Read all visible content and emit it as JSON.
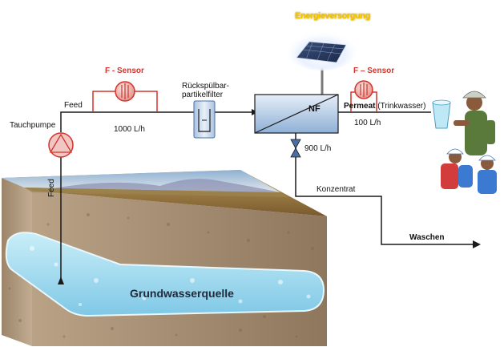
{
  "labels": {
    "energy_supply": "Energieversorgung",
    "f_sensor_left": "F - Sensor",
    "f_sensor_right": "F – Sensor",
    "feed_top": "Feed",
    "submersible_pump": "Tauchpumpe",
    "flow_feed": "1000  L/h",
    "filter_line1": "Rückspülbar-",
    "filter_line2": "partikelfilter",
    "nf": "NF",
    "permeate_bold": "Permeat",
    "permeate_rest": " (Trinkwasser)",
    "flow_permeate": "100  L/h",
    "flow_concentrate": "900  L/h",
    "concentrate": "Konzentrat",
    "washing": "Waschen",
    "feed_vertical": "Feed",
    "groundwater_source": "Grundwasserquelle"
  },
  "colors": {
    "pipe": "#1a1a1a",
    "sensor_red": "#d2332c",
    "sensor_fill": "#e9a09a",
    "nf_fill_top": "#d9e6f5",
    "nf_fill_bottom": "#8fb0d6",
    "energy_text": "#f2c200",
    "water": "#9fd8ef",
    "soil": "#b09a80"
  },
  "icons": [
    "pump-icon",
    "flow-sensor-icon",
    "particle-filter-icon",
    "nf-membrane-icon",
    "valve-icon",
    "solar-panel-icon",
    "people-illustration",
    "glass-of-water-icon",
    "landscape-block"
  ]
}
